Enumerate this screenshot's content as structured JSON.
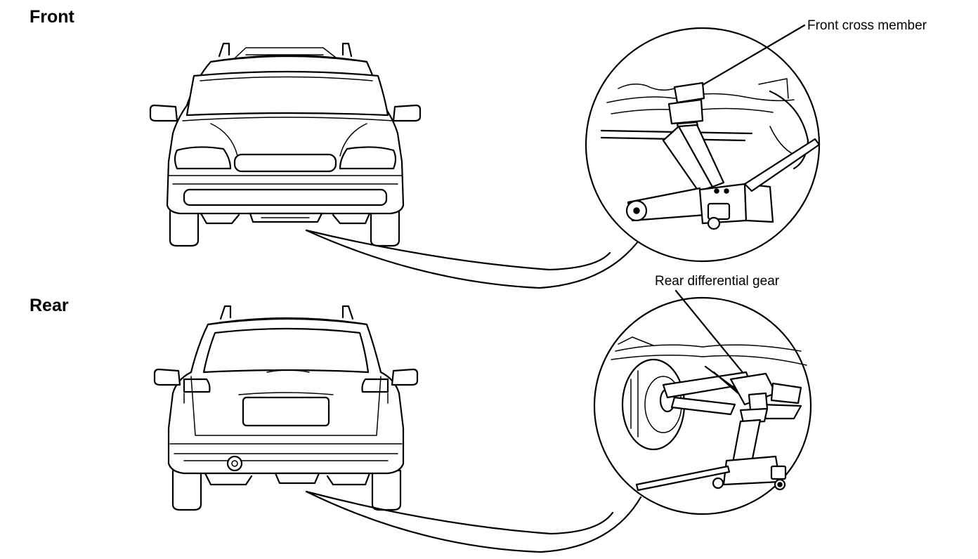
{
  "sections": {
    "front": {
      "title": "Front",
      "callout": "Front cross member"
    },
    "rear": {
      "title": "Rear",
      "callout": "Rear differential gear"
    }
  }
}
